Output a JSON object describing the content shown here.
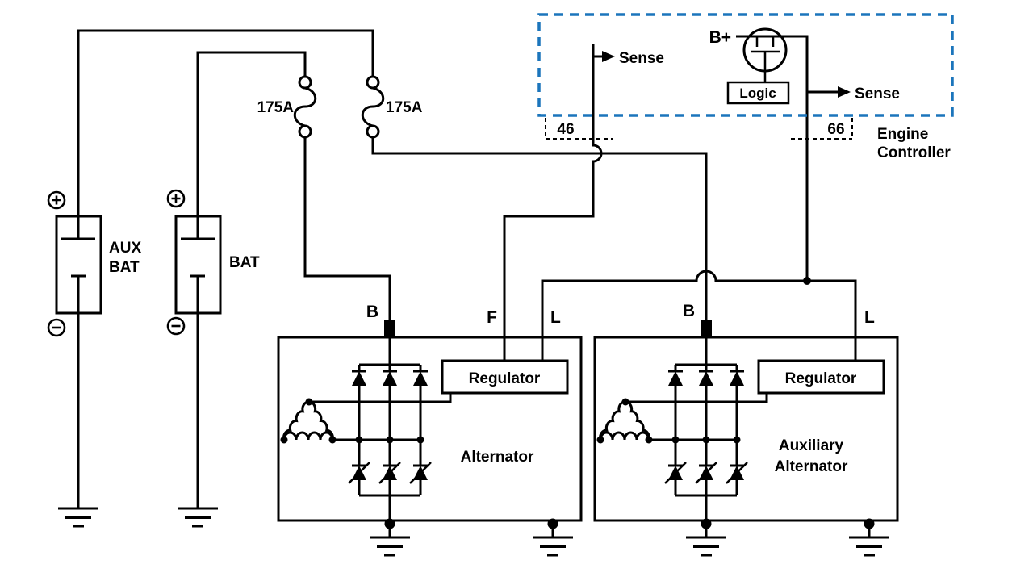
{
  "colors": {
    "background": "#ffffff",
    "wire": "#000000",
    "controller_border": "#1b75bc"
  },
  "icons": {
    "positive_terminal": "circle-plus",
    "negative_terminal": "circle-minus",
    "ground": "earth-ground",
    "fusible_link": "fuse-coil",
    "transistor": "mosfet-in-circle",
    "diode": "diode",
    "stator": "delta-winding",
    "junction": "junction-dot",
    "wire_hop": "crossover-hop",
    "sense_arrow": "right-arrow"
  },
  "batteries": {
    "aux": {
      "label_line1": "AUX",
      "label_line2": "BAT"
    },
    "main": {
      "label": "BAT"
    }
  },
  "fuses": {
    "left": "175A",
    "right": "175A"
  },
  "controller": {
    "label_line1": "Engine",
    "label_line2": "Controller",
    "b_plus_label": "B+",
    "logic_label": "Logic",
    "sense_left_label": "Sense",
    "sense_right_label": "Sense",
    "pin_left": "46",
    "pin_right": "66"
  },
  "alternator_main": {
    "title": "Alternator",
    "regulator_label": "Regulator",
    "terminal_b": "B",
    "terminal_f": "F",
    "terminal_l": "L"
  },
  "alternator_aux": {
    "title_line1": "Auxiliary",
    "title_line2": "Alternator",
    "regulator_label": "Regulator",
    "terminal_b": "B",
    "terminal_l": "L"
  }
}
